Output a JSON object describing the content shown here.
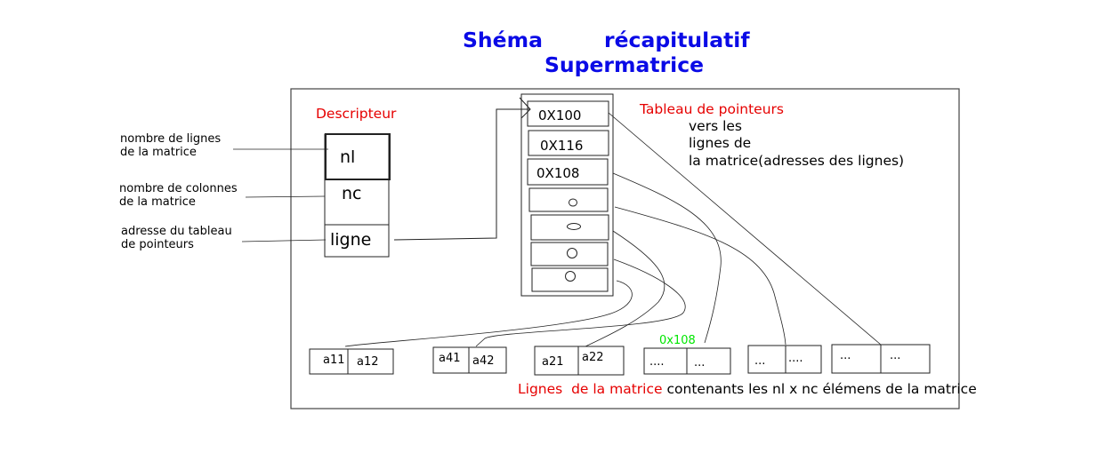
{
  "title": {
    "line1_left": "Shéma",
    "line1_right": "récapitulatif",
    "line2": "Supermatrice"
  },
  "descriptor": {
    "heading": "Descripteur",
    "fields": [
      "nl",
      "nc",
      "ligne"
    ],
    "labels": [
      {
        "line1": "nombre de lignes",
        "line2": "de la matrice"
      },
      {
        "line1": "nombre de colonnes",
        "line2": "de la matrice"
      },
      {
        "line1": "adresse du tableau",
        "line2": "de pointeurs"
      }
    ]
  },
  "pointer_table": {
    "heading": "Tableau de pointeurs",
    "description": [
      "vers les",
      "lignes de",
      "la matrice(adresses des lignes)"
    ],
    "cells": [
      "0X100",
      "0X116",
      "0X108"
    ]
  },
  "matrix_rows": [
    {
      "left": "a11",
      "right": "a12"
    },
    {
      "left": "a41",
      "right": "a42"
    },
    {
      "left": "a21",
      "right": "a22"
    },
    {
      "left": "....",
      "right": "..."
    },
    {
      "left": "...",
      "right": "...."
    },
    {
      "left": "...",
      "right": "..."
    }
  ],
  "row_address_note": "0x108",
  "caption": {
    "highlight": "Lignes  de la matrice",
    "rest": "contenants les nl x nc élémens de la matrice"
  },
  "colors": {
    "title": "#0a0ae6",
    "highlight": "#e60000",
    "address_note": "#00e600",
    "ink": "#000000"
  }
}
